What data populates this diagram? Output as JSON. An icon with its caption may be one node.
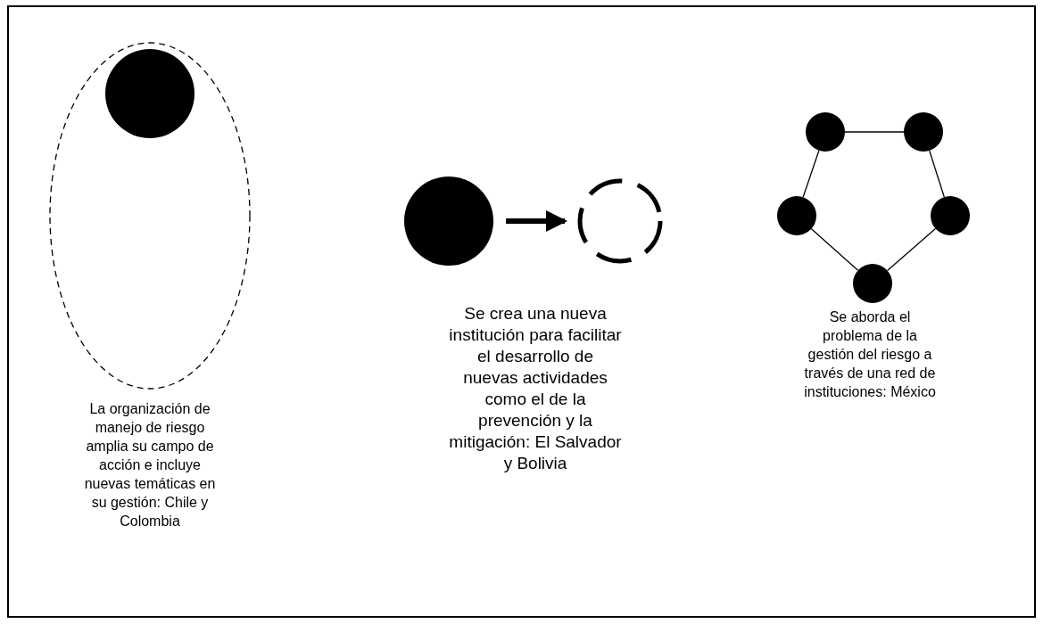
{
  "diagram": {
    "nodes": [
      {
        "text": [],
        "shape": "ellipse"
      },
      {
        "text": [],
        "shape": "circle",
        "in": 0
      },
      {
        "text": [],
        "shape": "circle"
      },
      {
        "text": [],
        "shape": "circle"
      },
      {
        "text": [],
        "shape": "circle"
      },
      {
        "text": [],
        "shape": "circle"
      },
      {
        "text": [],
        "shape": "circle"
      },
      {
        "text": [],
        "shape": "circle"
      },
      {
        "text": [],
        "shape": "circle"
      }
    ],
    "edges": [
      {
        "from": 2,
        "to": 3,
        "arrow": "to",
        "style": "thick"
      },
      {
        "from": 4,
        "to": 5,
        "arrow": "none"
      },
      {
        "from": 5,
        "to": 7,
        "arrow": "none"
      },
      {
        "from": 7,
        "to": 8,
        "arrow": "none"
      },
      {
        "from": 8,
        "to": 6,
        "arrow": "none"
      },
      {
        "from": 6,
        "to": 4,
        "arrow": "none"
      }
    ],
    "labels": [
      "La organización de manejo de riesgo amplia su campo de acción e incluye nuevas temáticas en su gestión: Chile y Colombia",
      "Se crea una nueva institución para facilitar el desarrollo de nuevas actividades como el de la prevención y la mitigación: El Salvador y Bolivia",
      "Se aborda el problema de la gestión del riesgo a través de una red de instituciones: México"
    ]
  }
}
